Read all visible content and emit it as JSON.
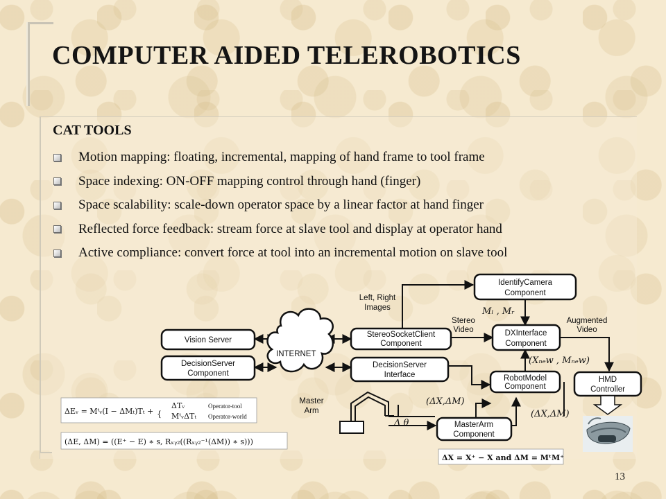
{
  "slide": {
    "title": "COMPUTER AIDED TELEROBOTICS",
    "section_title": "CAT TOOLS",
    "bullets": [
      "Motion mapping: floating, incremental, mapping of hand frame to tool frame",
      "Space indexing: ON-OFF  mapping control through hand (finger)",
      "Space scalability: scale-down operator space by a linear factor at hand finger",
      "Reflected force feedback: stream force at slave tool and display at operator hand",
      "Active compliance: convert force at tool into an incremental motion on slave tool"
    ],
    "page_number": "13"
  },
  "diagram": {
    "boxes": {
      "vision_server": "Vision Server",
      "decision_server_component": [
        "DecisionServer",
        "Component"
      ],
      "internet": "INTERNET",
      "stereo_socket_client": [
        "StereoSocketClient",
        "Component"
      ],
      "decision_server_interface": [
        "DecisionServer",
        "Interface"
      ],
      "identify_camera": [
        "IdentifyCamera",
        "Component"
      ],
      "dx_interface": [
        "DXInterface",
        "Component"
      ],
      "robot_model": [
        "RobotModel",
        "Component"
      ],
      "master_arm_component": [
        "MasterArm",
        "Component"
      ],
      "hmd_controller": [
        "HMD",
        "Controller"
      ]
    },
    "labels": {
      "left_right_images": [
        "Left, Right",
        "Images"
      ],
      "stereo_video": [
        "Stereo",
        "Video"
      ],
      "augmented_video": [
        "Augmented",
        "Video"
      ],
      "master_arm": [
        "Master",
        "Arm"
      ],
      "m_label": "Mₗ , Mᵣ",
      "x_new_m_new": "(Xₙₑw , Mₙₑw)",
      "delta_x_m_1": "(ΔX,ΔM)",
      "delta_x_m_2": "(ΔX,ΔM)",
      "delta_theta": "Δ θ"
    },
    "equations": {
      "eq1_lhs": "ΔEᵥ = Mᵗᵥ(I − ΔMₜ)Tₜ +",
      "eq1_case1": "ΔTᵥ",
      "eq1_case2": "MᵗᵥΔTₜ",
      "eq1_note1": "Operator-tool",
      "eq1_note2": "Operator-world",
      "eq2": "(ΔE, ΔM) = ((E⁺ − E) ∗ s, Rₓᵧ₂((Rₓᵧ₂⁻¹(ΔM)) ∗ s)))",
      "eq3": "ΔX = X⁺ − X  and  ΔM = MᵗM⁺"
    },
    "colors": {
      "stroke": "#111111",
      "box_fill": "#ffffff",
      "hmd_arrow_fill": "#ffffff"
    },
    "icons": [
      "cloud-icon",
      "master-arm-icon",
      "hmd-device-icon"
    ]
  }
}
